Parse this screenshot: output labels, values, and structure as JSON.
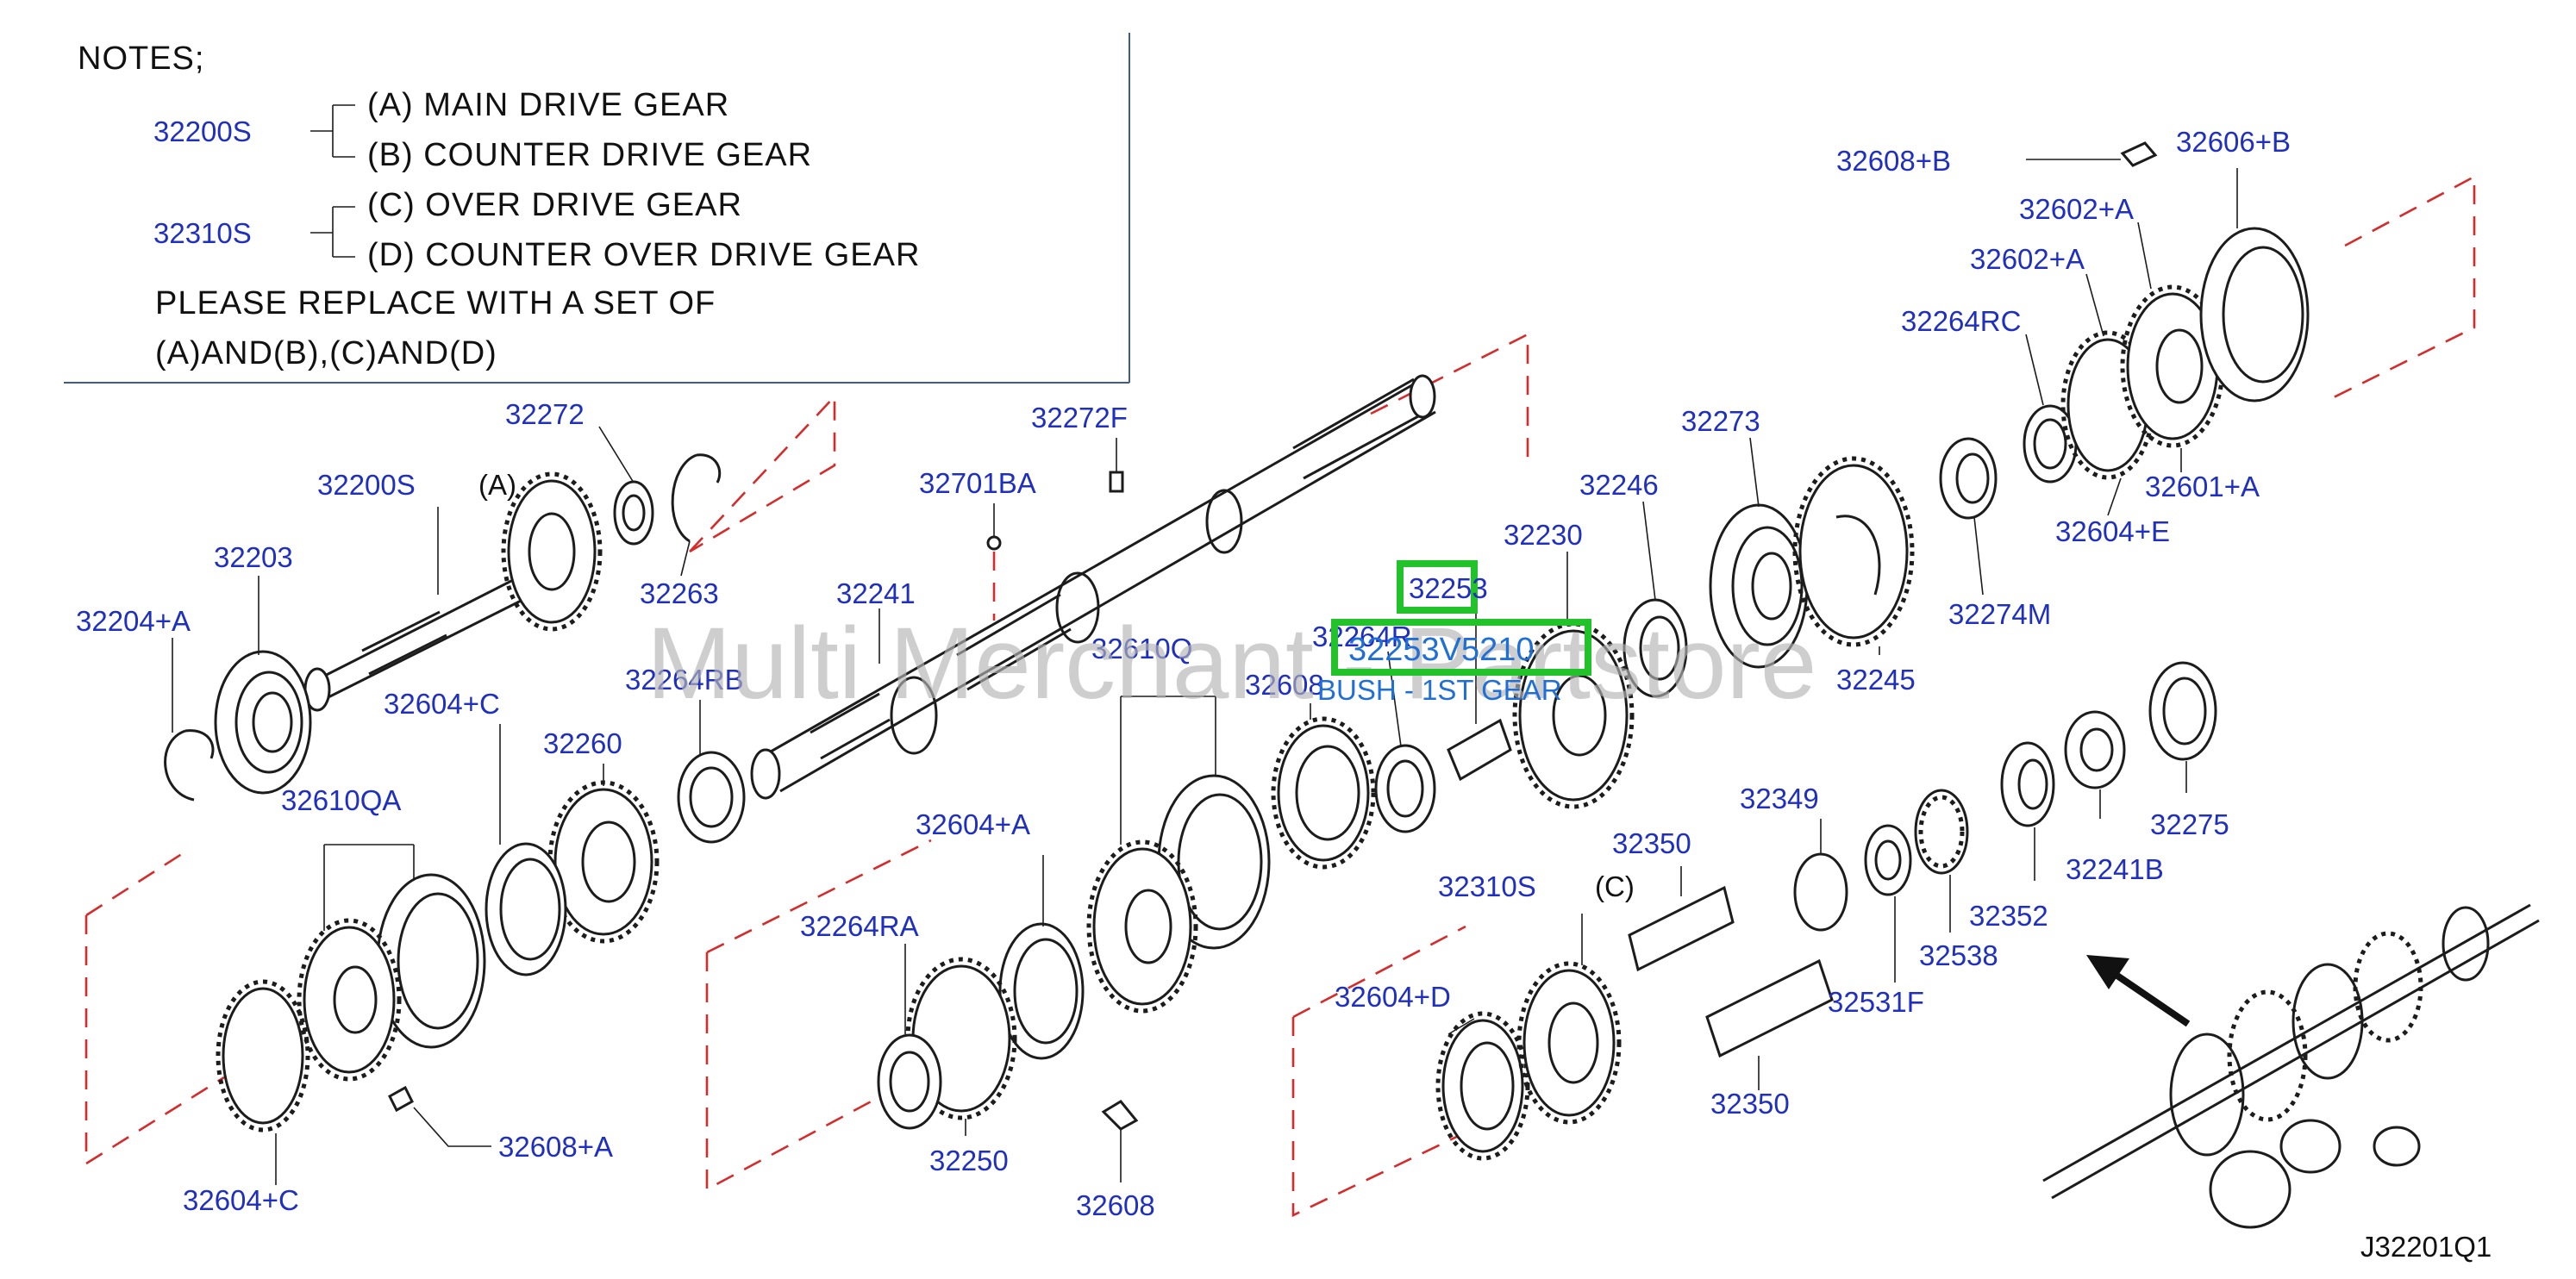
{
  "notes": {
    "title": "NOTES;",
    "group1_code": "32200S",
    "group1_a": "(A)  MAIN  DRIVE  GEAR",
    "group1_b": "(B)  COUNTER  DRIVE  GEAR",
    "group2_code": "32310S",
    "group2_c": "(C)  OVER  DRIVE  GEAR",
    "group2_d": "(D)  COUNTER  OVER  DRIVE  GEAR",
    "replace_line1": "PLEASE  REPLACE  WITH  A  SET  OF",
    "replace_line2": "(A)AND(B),(C)AND(D)"
  },
  "labels": {
    "a_marker": "(A)",
    "c_marker": "(C)"
  },
  "callouts": {
    "c32272": "32272",
    "c32200s": "32200S",
    "c32203": "32203",
    "c32204a": "32204+A",
    "c32263": "32263",
    "c32272f": "32272F",
    "c32701ba": "32701BA",
    "c32241": "32241",
    "c32264rb": "32264RB",
    "c32604c_top": "32604+C",
    "c32260": "32260",
    "c32610qa": "32610QA",
    "c32604c_bot": "32604+C",
    "c32608a": "32608+A",
    "c32610q": "32610Q",
    "c32608_mid": "32608",
    "c32264r": "32264R",
    "c32253": "32253",
    "c32230": "32230",
    "c32246": "32246",
    "c32273": "32273",
    "c32245": "32245",
    "c32274m": "32274M",
    "c32264rc": "32264RC",
    "c32602a_1": "32602+A",
    "c32602a_2": "32602+A",
    "c32608b": "32608+B",
    "c32606b": "32606+B",
    "c32601a": "32601+A",
    "c32604e": "32604+E",
    "c32604a": "32604+A",
    "c32264ra": "32264RA",
    "c32250": "32250",
    "c32608_bot": "32608",
    "c32310s": "32310S",
    "c32604d": "32604+D",
    "c32350_top": "32350",
    "c32350_bot": "32350",
    "c32349": "32349",
    "c32531f": "32531F",
    "c32538": "32538",
    "c32352": "32352",
    "c32241b": "32241B",
    "c32275": "32275"
  },
  "highlight": {
    "code": "32253V5210",
    "description": "BUSH - 1ST GEAR",
    "box_color": "#22c22a",
    "text_color": "#1f6fd6"
  },
  "watermark": "Multi Merchant - Partstore",
  "diagram_ref": "J32201Q1",
  "colors": {
    "callout_blue": "#1f2fbf",
    "dashed_red": "#d62b2b",
    "frame_blue": "#3b5a96"
  }
}
